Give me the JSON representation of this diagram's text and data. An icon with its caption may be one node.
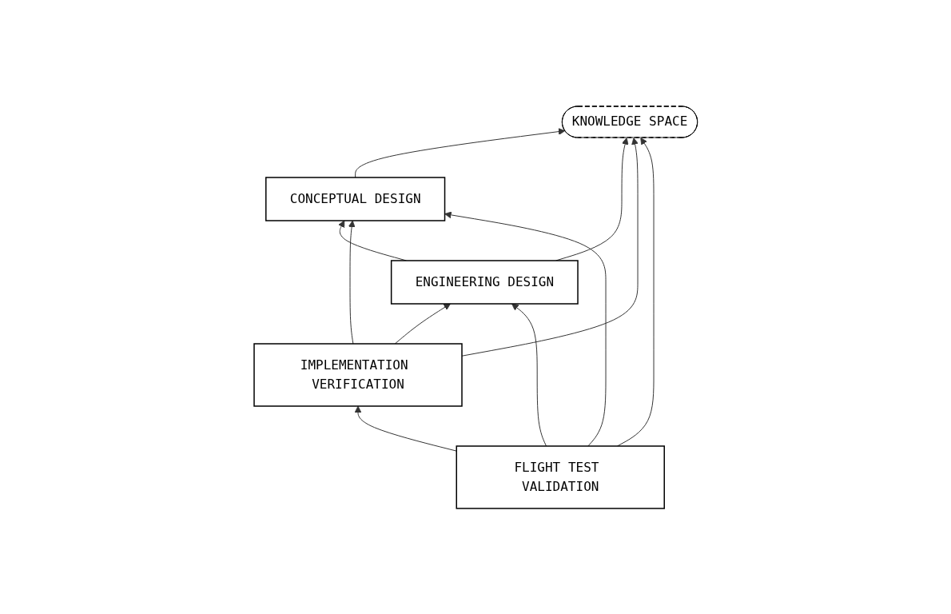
{
  "diagram": {
    "nodes": [
      {
        "text": [
          "CONCEPTUAL DESIGN"
        ]
      },
      {
        "text": [
          "ENGINEERING DESIGN"
        ]
      },
      {
        "text": [
          "IMPLEMENTATION VERIFICATION"
        ]
      },
      {
        "text": [
          "FLIGHT TEST VALIDATION"
        ]
      },
      {
        "text": [
          "KNOWLEDGE SPACE"
        ]
      }
    ],
    "edges": [
      {
        "from": 1,
        "to": 0,
        "arrow": "to"
      },
      {
        "from": 2,
        "to": 1,
        "arrow": "to"
      },
      {
        "from": 3,
        "to": 2,
        "arrow": "to"
      },
      {
        "from": 2,
        "to": 0,
        "arrow": "to"
      },
      {
        "from": 3,
        "to": 1,
        "arrow": "to"
      },
      {
        "from": 3,
        "to": 0,
        "arrow": "to"
      },
      {
        "from": 0,
        "to": 4,
        "arrow": "to"
      },
      {
        "from": 1,
        "to": 4,
        "arrow": "to"
      },
      {
        "from": 2,
        "to": 4,
        "arrow": "to"
      },
      {
        "from": 3,
        "to": 4,
        "arrow": "to"
      }
    ]
  }
}
